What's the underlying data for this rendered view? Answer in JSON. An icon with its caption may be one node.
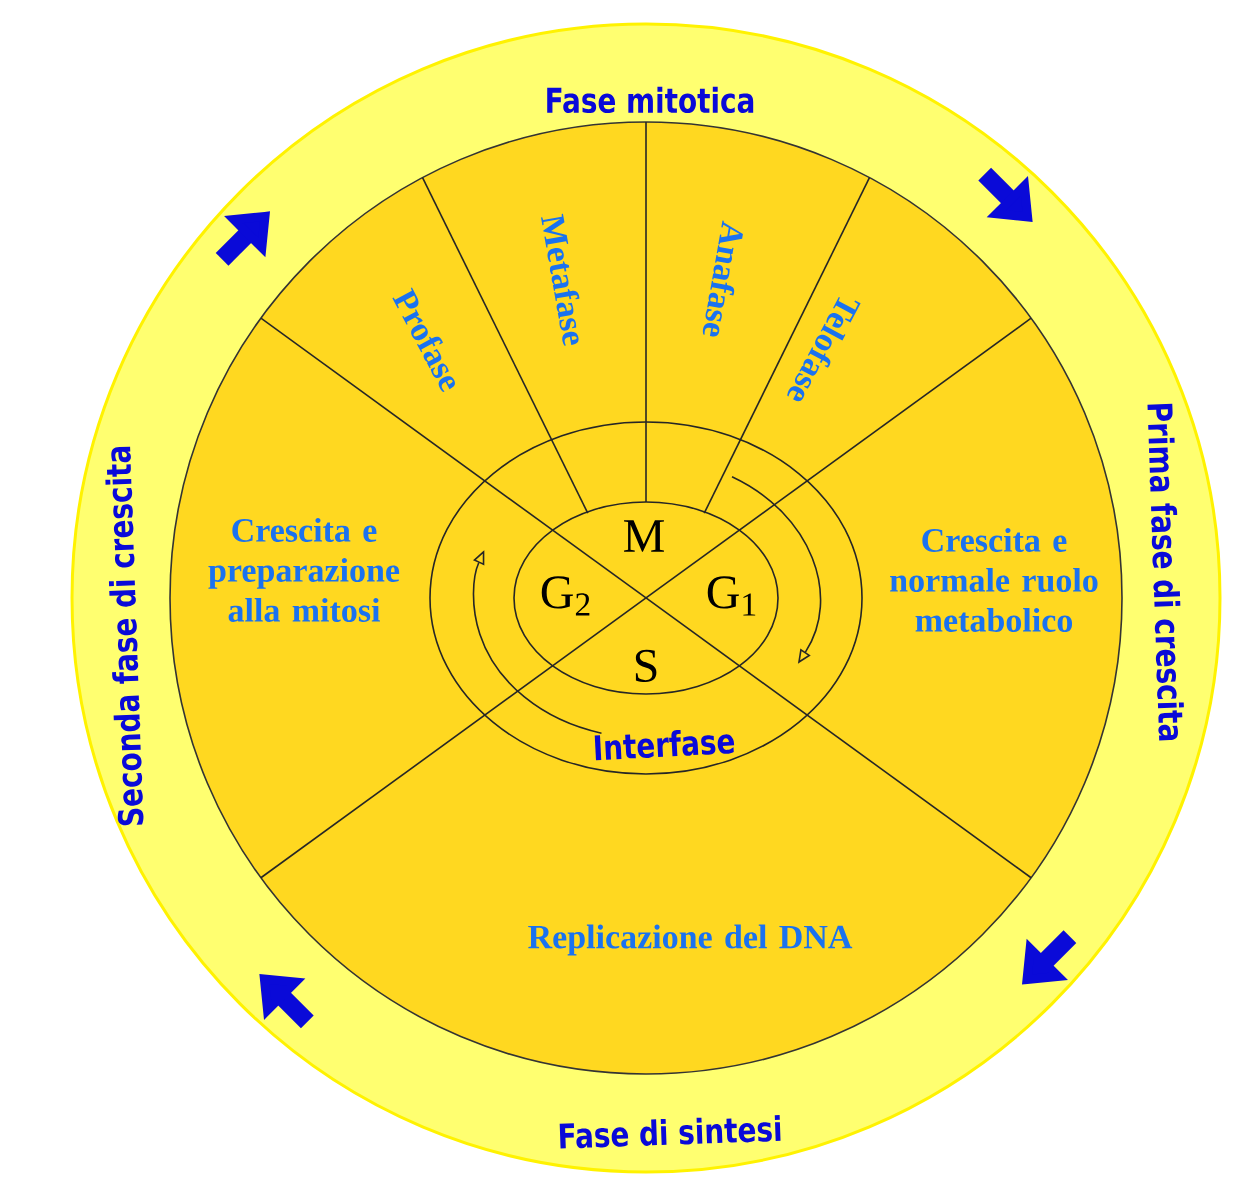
{
  "diagram": {
    "labels": [
      "Fase mitotica",
      "Profase",
      "Metafase",
      "Anafase",
      "Telofase",
      "Seconda fase di crescita",
      "Prima fase di crescita",
      "Crescita e preparazione alla mitosi",
      "Crescita e normale ruolo metabolico",
      "M",
      "G$_{2}$",
      "G$_{1}$",
      "S",
      "Interfase",
      "Replicazione del DNA",
      "Fase di sintesi"
    ]
  }
}
